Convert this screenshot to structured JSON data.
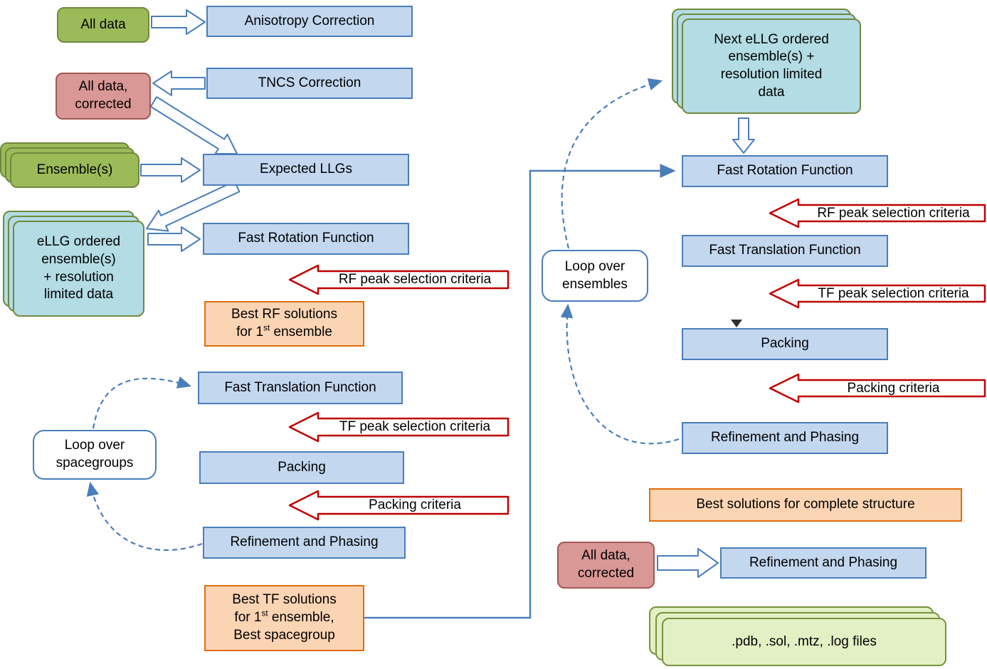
{
  "nodes": {
    "all_data": {
      "label": "All data"
    },
    "anisotropy": {
      "label": "Anisotropy Correction"
    },
    "tncs": {
      "label": "TNCS Correction"
    },
    "all_data_corrected": {
      "line1": "All data,",
      "line2": "corrected"
    },
    "ensembles": {
      "label": "Ensemble(s)"
    },
    "expected_llgs": {
      "label": "Expected LLGs"
    },
    "ellg": {
      "line1": "eLLG ordered",
      "line2": "ensemble(s)",
      "line3": "+ resolution",
      "line4": "limited data"
    },
    "frf_left": {
      "label": "Fast Rotation Function"
    },
    "rf_criteria_left": {
      "label": "RF peak selection criteria"
    },
    "best_rf": {
      "line1": "Best RF solutions",
      "line2_pre": "for 1",
      "line2_sup": "st",
      "line2_post": " ensemble"
    },
    "ftf_left": {
      "label": "Fast Translation Function"
    },
    "tf_criteria_left": {
      "label": "TF peak selection criteria"
    },
    "packing_left": {
      "label": "Packing"
    },
    "packing_criteria_left": {
      "label": "Packing criteria"
    },
    "refine_left": {
      "label": "Refinement and Phasing"
    },
    "loop_spacegroups": {
      "line1": "Loop over",
      "line2": "spacegroups"
    },
    "best_tf": {
      "line1": "Best TF solutions",
      "line2_pre": "for 1",
      "line2_sup": "st",
      "line2_post": " ensemble,",
      "line3": "Best spacegroup"
    },
    "next_ellg": {
      "line1": "Next eLLG ordered",
      "line2": "ensemble(s) +",
      "line3": "resolution limited",
      "line4": "data"
    },
    "frf_right": {
      "label": "Fast Rotation Function"
    },
    "rf_criteria_right": {
      "label": "RF peak selection criteria"
    },
    "ftf_right": {
      "label": "Fast Translation Function"
    },
    "tf_criteria_right": {
      "label": "TF peak selection criteria"
    },
    "packing_right": {
      "label": "Packing"
    },
    "packing_criteria_right": {
      "label": "Packing criteria"
    },
    "refine_right": {
      "label": "Refinement and Phasing"
    },
    "loop_ensembles": {
      "line1": "Loop over",
      "line2": "ensembles"
    },
    "best_solutions": {
      "label": "Best solutions for complete structure"
    },
    "all_data_corrected_2": {
      "line1": "All data,",
      "line2": "corrected"
    },
    "refine_final": {
      "label": "Refinement and Phasing"
    },
    "output_files": {
      "label": ".pdb, .sol, .mtz, .log files"
    }
  },
  "colors": {
    "process_fill": "#C3D7EF",
    "process_border": "#4A7EBB",
    "data_green_fill": "#9BBB59",
    "data_green_border": "#70883E",
    "data_pink_fill": "#D99795",
    "data_pink_border": "#A25754",
    "ensemble_teal_fill": "#B3DCE4",
    "ensemble_teal_border": "#71893F",
    "result_orange_fill": "#FBD4B4",
    "result_orange_border": "#E36C09",
    "output_green_fill": "#E3F0C4",
    "output_green_border": "#77933C",
    "criteria_arrow_border": "#C00000",
    "flow_arrow_color": "#4A7EBB"
  }
}
